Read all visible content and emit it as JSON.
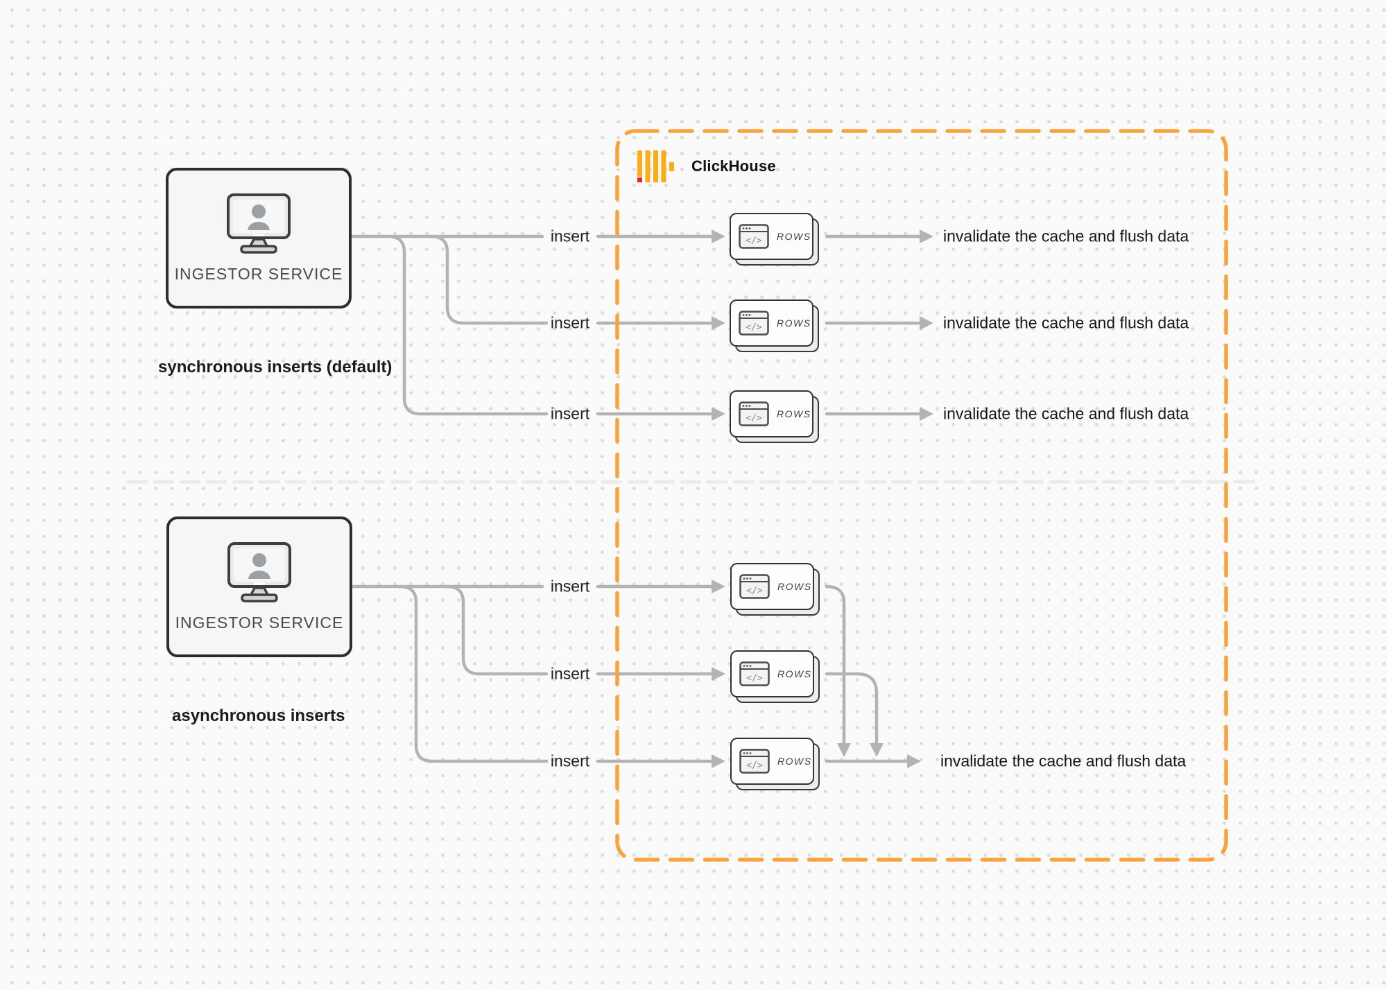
{
  "colors": {
    "accent-orange": "#F9A43B",
    "logo-yellow": "#FAAD19",
    "logo-red": "#E0281C",
    "line-gray": "#B3B3B3",
    "divider-gray": "#EBEBEB",
    "border-dark": "#333333",
    "text-dark": "#1A1A1A",
    "text-muted": "#4A4A4A"
  },
  "clickhouse": {
    "label": "ClickHouse"
  },
  "sections": [
    {
      "caption": "synchronous inserts (default)",
      "ingestor_label": "INGESTOR SERVICE",
      "rows": [
        {
          "insert_label": "insert",
          "card_label": "ROWS",
          "result_label": "invalidate the cache and flush data"
        },
        {
          "insert_label": "insert",
          "card_label": "ROWS",
          "result_label": "invalidate the cache and flush data"
        },
        {
          "insert_label": "insert",
          "card_label": "ROWS",
          "result_label": "invalidate the cache and flush data"
        }
      ]
    },
    {
      "caption": "asynchronous inserts",
      "ingestor_label": "INGESTOR SERVICE",
      "rows": [
        {
          "insert_label": "insert",
          "card_label": "ROWS"
        },
        {
          "insert_label": "insert",
          "card_label": "ROWS"
        },
        {
          "insert_label": "insert",
          "card_label": "ROWS"
        }
      ],
      "result_label": "invalidate the cache and flush data"
    }
  ]
}
